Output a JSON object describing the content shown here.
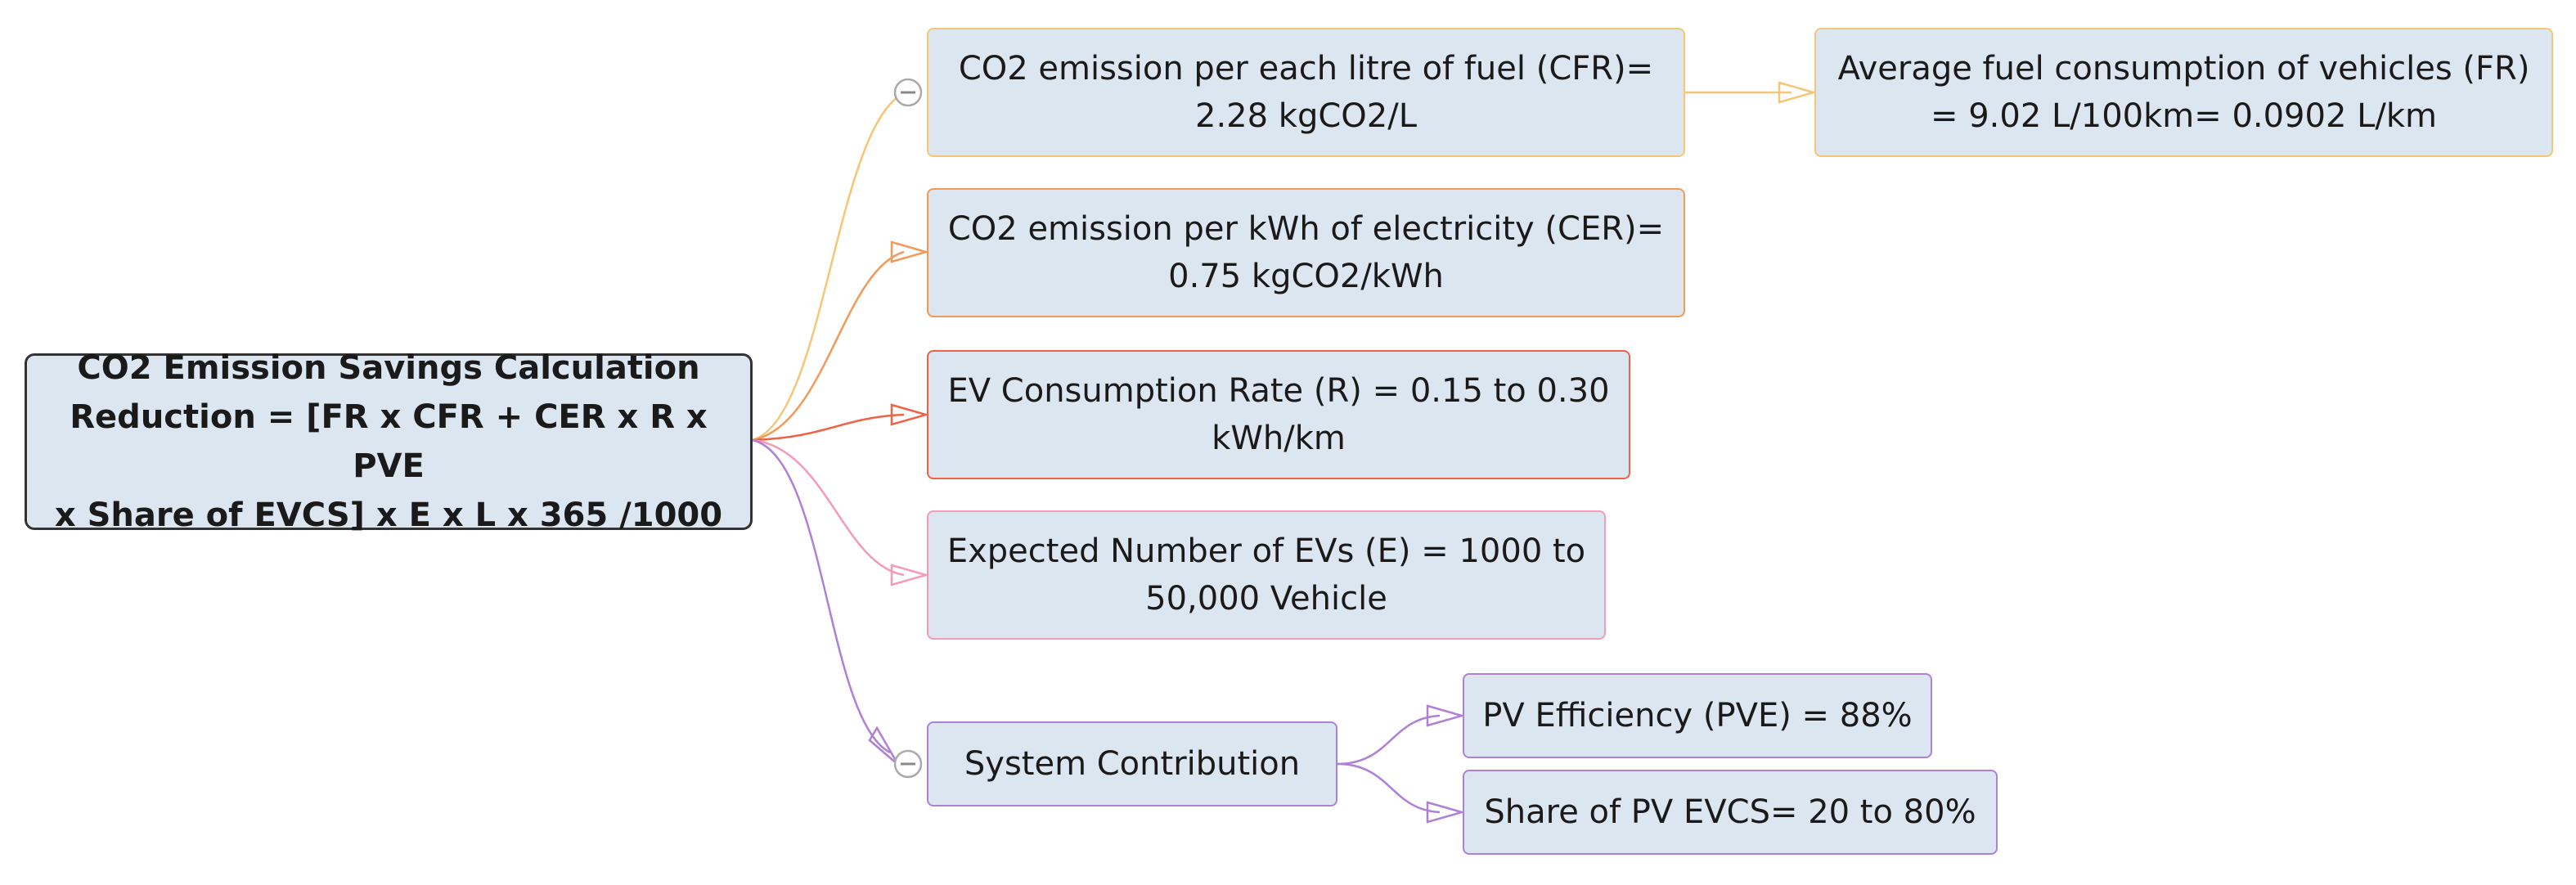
{
  "root": {
    "lines": [
      "CO2 Emission Savings Calculation",
      "Reduction = [FR x CFR + CER x R x PVE",
      "x Share of EVCS] x E x L x 365 /1000"
    ]
  },
  "nodes": {
    "cfr": "CO2 emission per each litre of fuel (CFR)= 2.28 kgCO2/L",
    "fr": "Average fuel consumption of vehicles (FR) = 9.02 L/100km= 0.0902 L/km",
    "cer": "CO2 emission per kWh of electricity (CER)= 0.75 kgCO2/kWh",
    "r": "EV Consumption Rate (R) = 0.15 to 0.30 kWh/km",
    "e": "Expected Number of EVs (E) = 1000 to 50,000 Vehicle",
    "system": "System Contribution",
    "pve": "PV Efficiency (PVE) = 88%",
    "share": "Share of PV EVCS= 20 to 80%"
  },
  "colors": {
    "cfr": "#f6c678",
    "cer": "#f39a5a",
    "r": "#ee6246",
    "e": "#f59bb5",
    "system": "#b07fd6",
    "node_fill": "#dce6f1",
    "root_border": "#333333"
  },
  "icons": {
    "collapse": "collapse-minus-icon"
  }
}
